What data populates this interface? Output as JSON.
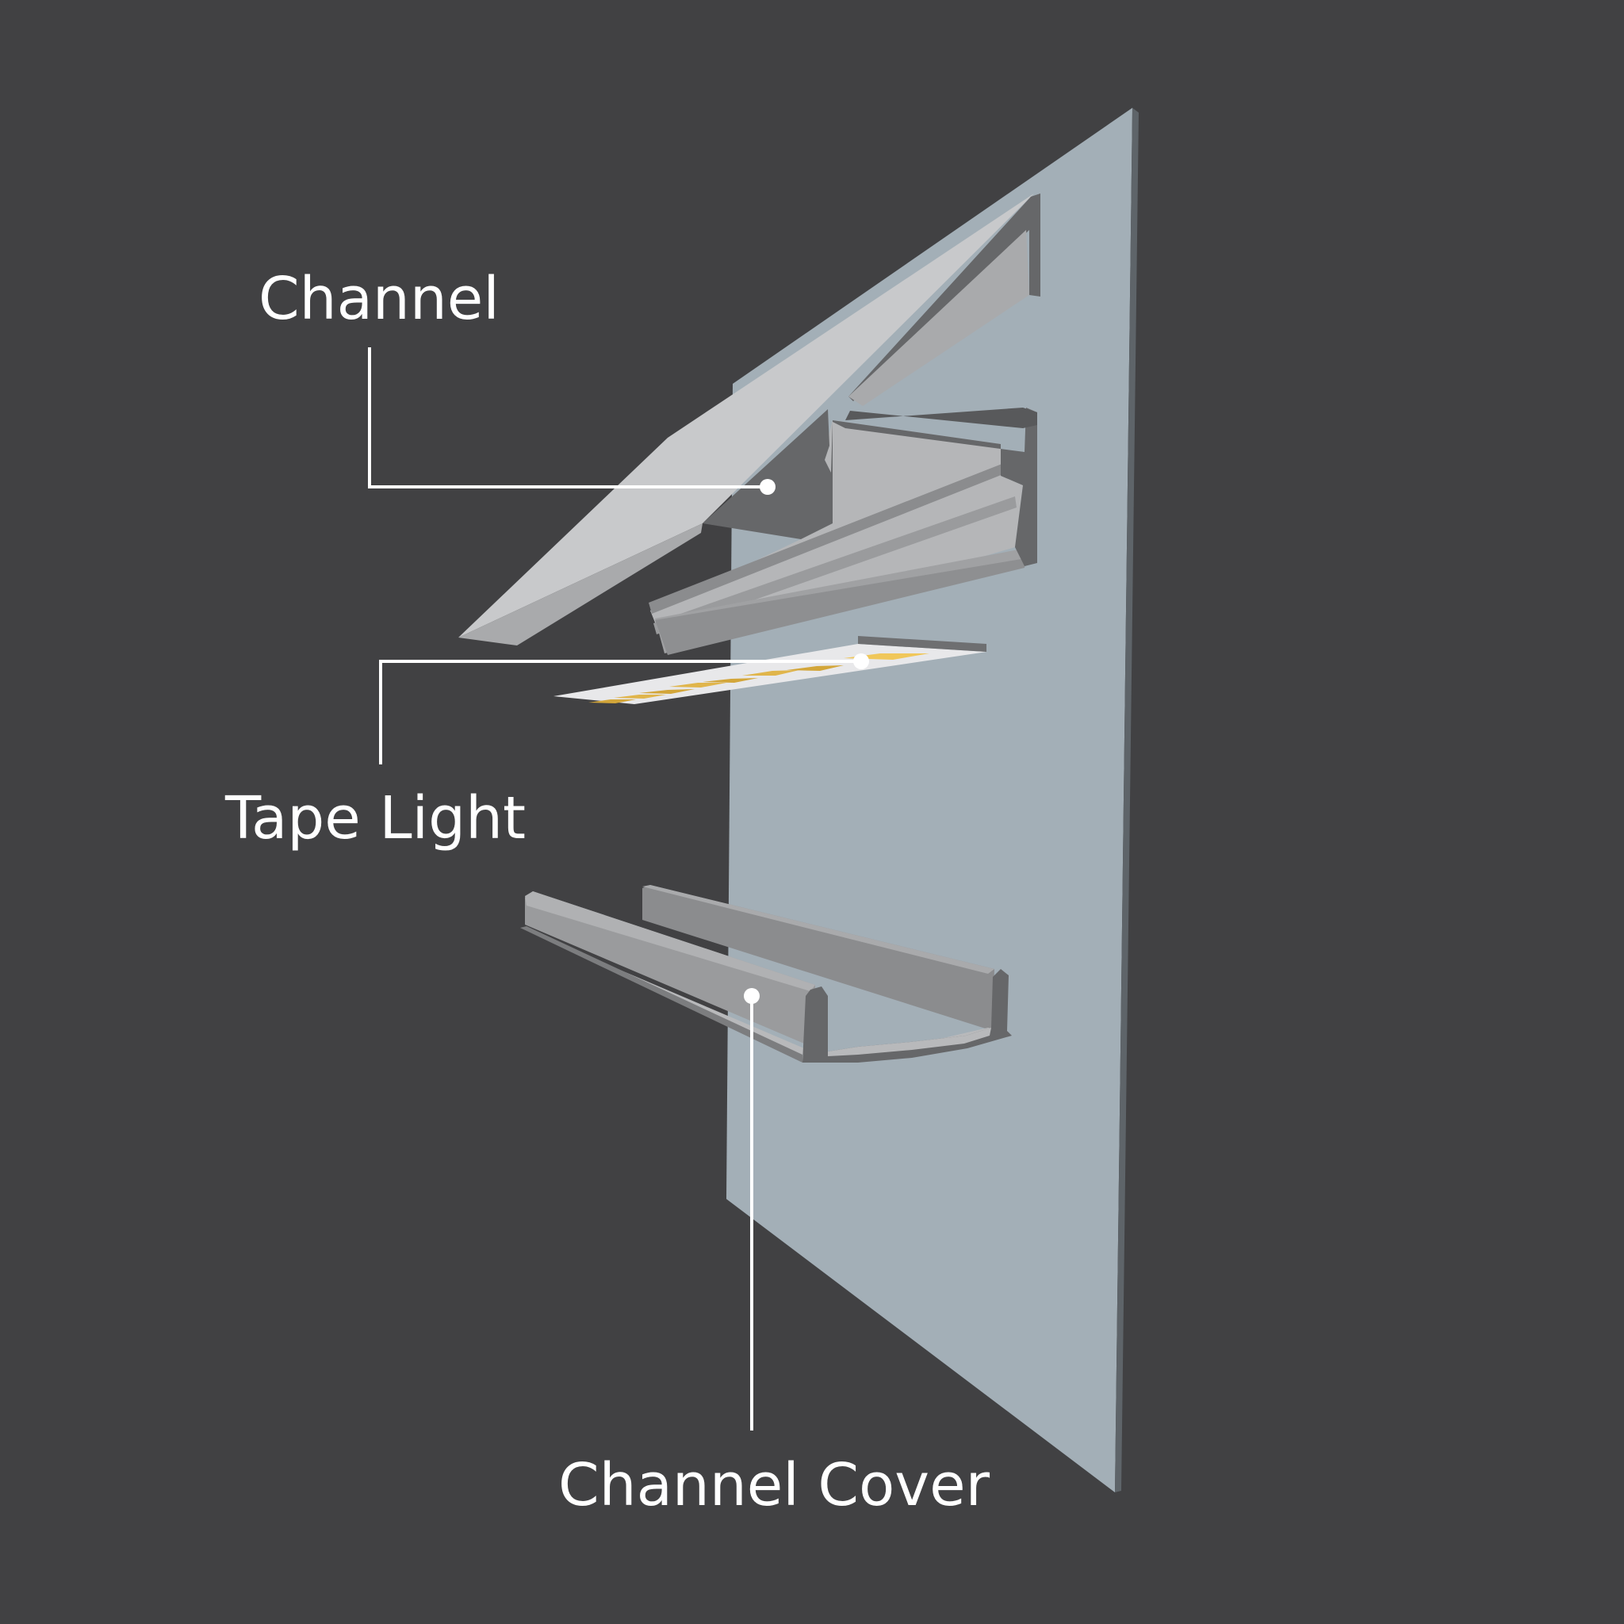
{
  "labels": {
    "channel": "Channel",
    "tape_light": "Tape Light",
    "channel_cover": "Channel Cover"
  },
  "colors": {
    "background": "#414143",
    "wall_face": "#a3afb7",
    "wall_edge": "#5e6469",
    "channel_light": "#c8c9cb",
    "channel_mid": "#a9aaac",
    "channel_dark": "#8b8c8e",
    "channel_section": "#666769",
    "led_strip": "#e8e8ea",
    "led_chip": "#f0c75a",
    "leader_line": "#ffffff"
  }
}
